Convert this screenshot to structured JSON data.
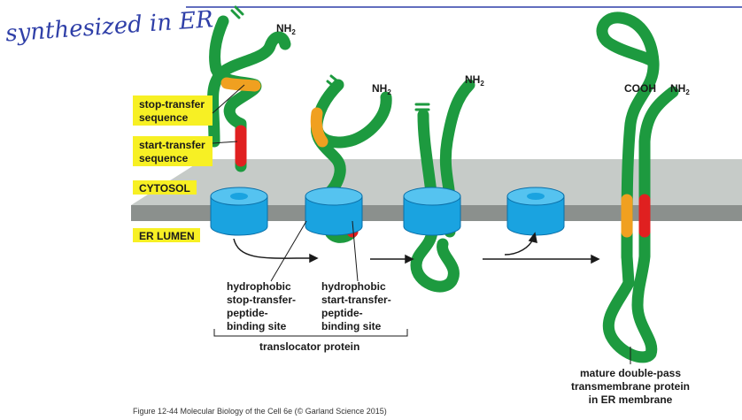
{
  "handwritten_note": "synthesized in ER",
  "colors": {
    "protein": "#1d9a3f",
    "stop_transfer": "#f0a020",
    "start_transfer": "#e02020",
    "translocator": "#1aa3e0",
    "membrane_top": "#c8ccc9",
    "membrane_band": "#8c918e",
    "highlight": "#f7f024",
    "pen": "#2f3fa8"
  },
  "terminals": {
    "nh2": "NH2",
    "nh2_sub": "2",
    "nh2_base": "NH",
    "cooh": "COOH"
  },
  "labels": {
    "stop_transfer": [
      "stop-transfer",
      "sequence"
    ],
    "start_transfer": [
      "start-transfer",
      "sequence"
    ],
    "cytosol": "CYTOSOL",
    "er_lumen": "ER LUMEN",
    "hydrophobic_stop": [
      "hydrophobic",
      "stop-transfer-",
      "peptide-",
      "binding site"
    ],
    "hydrophobic_start": [
      "hydrophobic",
      "start-transfer-",
      "peptide-",
      "binding site"
    ],
    "translocator": "translocator protein",
    "mature": [
      "mature double-pass",
      "transmembrane protein",
      "in ER membrane"
    ]
  },
  "caption": "Figure 12-44  Molecular Biology of the Cell 6e (© Garland Science 2015)"
}
